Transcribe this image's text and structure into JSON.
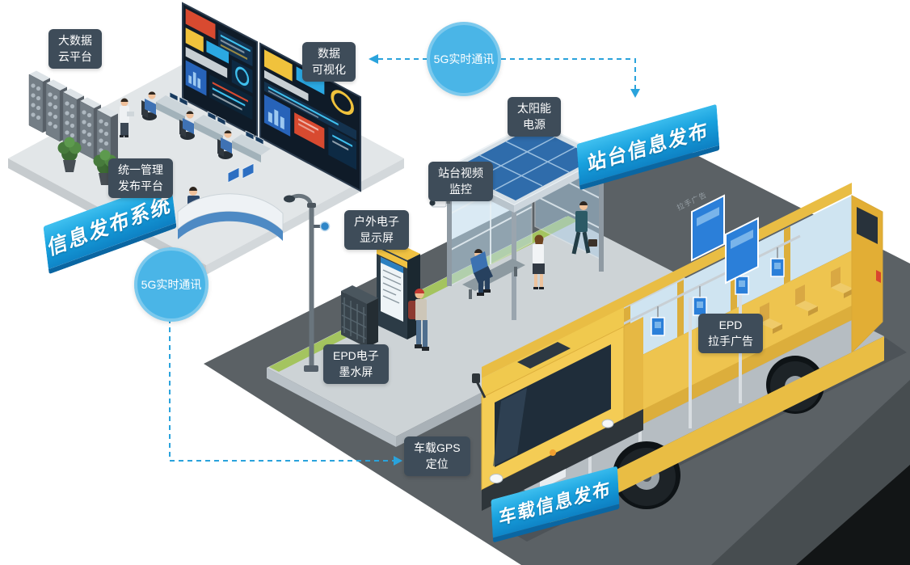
{
  "callouts": {
    "big_data_cloud": "大数据\n云平台",
    "data_visualization": "数据\n可视化",
    "unified_management": "统一管理\n发布平台",
    "solar_power": "太阳能\n电源",
    "platform_video": "站台视频\n监控",
    "outdoor_display": "户外电子\n显示屏",
    "epd_ink_screen": "EPD电子\n墨水屏",
    "epd_handle_ad": "EPD\n拉手广告",
    "vehicle_gps": "车载GPS\n定位"
  },
  "banners": {
    "info_publish_system": "信息发布系统",
    "station_info_publish": "站台信息发布",
    "vehicle_info_publish": "车载信息发布"
  },
  "badges": {
    "five_g_top": "5G实时通讯",
    "five_g_left": "5G实时通讯"
  },
  "annotations": {
    "handle_ad_note": "拉手广告"
  },
  "colors": {
    "accent_blue": "#2aa3dc",
    "callout_bg": "#3e4c59",
    "banner_blue_start": "#41c1f0",
    "banner_blue_end": "#0d7fc2",
    "bus_yellow": "#eec44f",
    "screen_blue": "#2b7fd9"
  }
}
